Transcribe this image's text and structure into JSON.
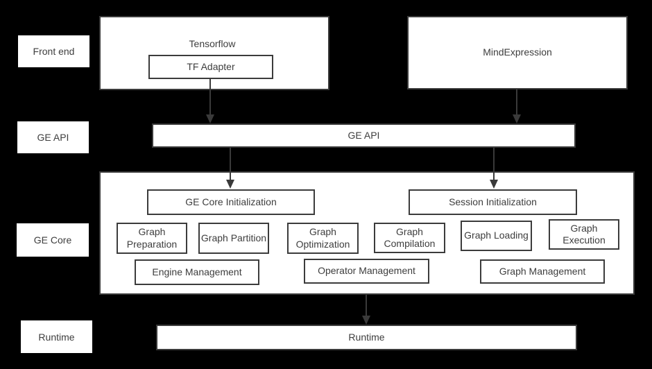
{
  "colors": {
    "background": "#000000",
    "box_fill": "#ffffff",
    "border": "#3b3b3b",
    "text": "#3d3d3d",
    "arrow": "#3a3a3a"
  },
  "row_labels": {
    "front_end": "Front end",
    "ge_api": "GE API",
    "ge_core": "GE Core",
    "runtime": "Runtime"
  },
  "front_end": {
    "tensorflow_title": "Tensorflow",
    "tf_adapter": "TF Adapter",
    "mindexpression": "MindExpression"
  },
  "ge_api": {
    "bar_label": "GE API"
  },
  "ge_core": {
    "init_boxes": [
      "GE Core Initialization",
      "Session Initialization"
    ],
    "stage_boxes": [
      "Graph Preparation",
      "Graph Partition",
      "Graph Optimization",
      "Graph Compilation",
      "Graph Loading",
      "Graph Execution"
    ],
    "management_boxes": [
      "Engine Management",
      "Operator Management",
      "Graph Management"
    ]
  },
  "runtime": {
    "bar_label": "Runtime"
  }
}
